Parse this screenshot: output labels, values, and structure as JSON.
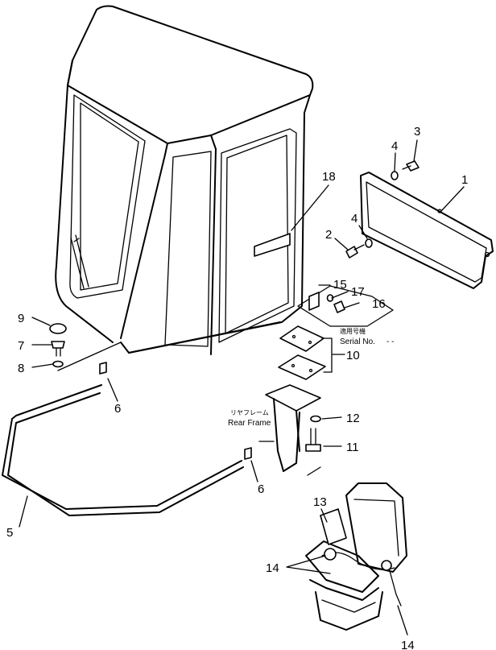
{
  "callouts": {
    "c1": "1",
    "c2": "2",
    "c3": "3",
    "c4a": "4",
    "c4b": "4",
    "c5": "5",
    "c6a": "6",
    "c6b": "6",
    "c7": "7",
    "c8": "8",
    "c9": "9",
    "c10": "10",
    "c11": "11",
    "c12": "12",
    "c13": "13",
    "c14a": "14",
    "c14b": "14",
    "c15": "15",
    "c16": "16",
    "c17": "17",
    "c18": "18"
  },
  "notes": {
    "serial_jp": "適用号機",
    "serial_en": "Serial No.",
    "serial_dash": "- -",
    "rear_frame_jp": "リヤフレーム",
    "rear_frame_en": "Rear Frame"
  }
}
